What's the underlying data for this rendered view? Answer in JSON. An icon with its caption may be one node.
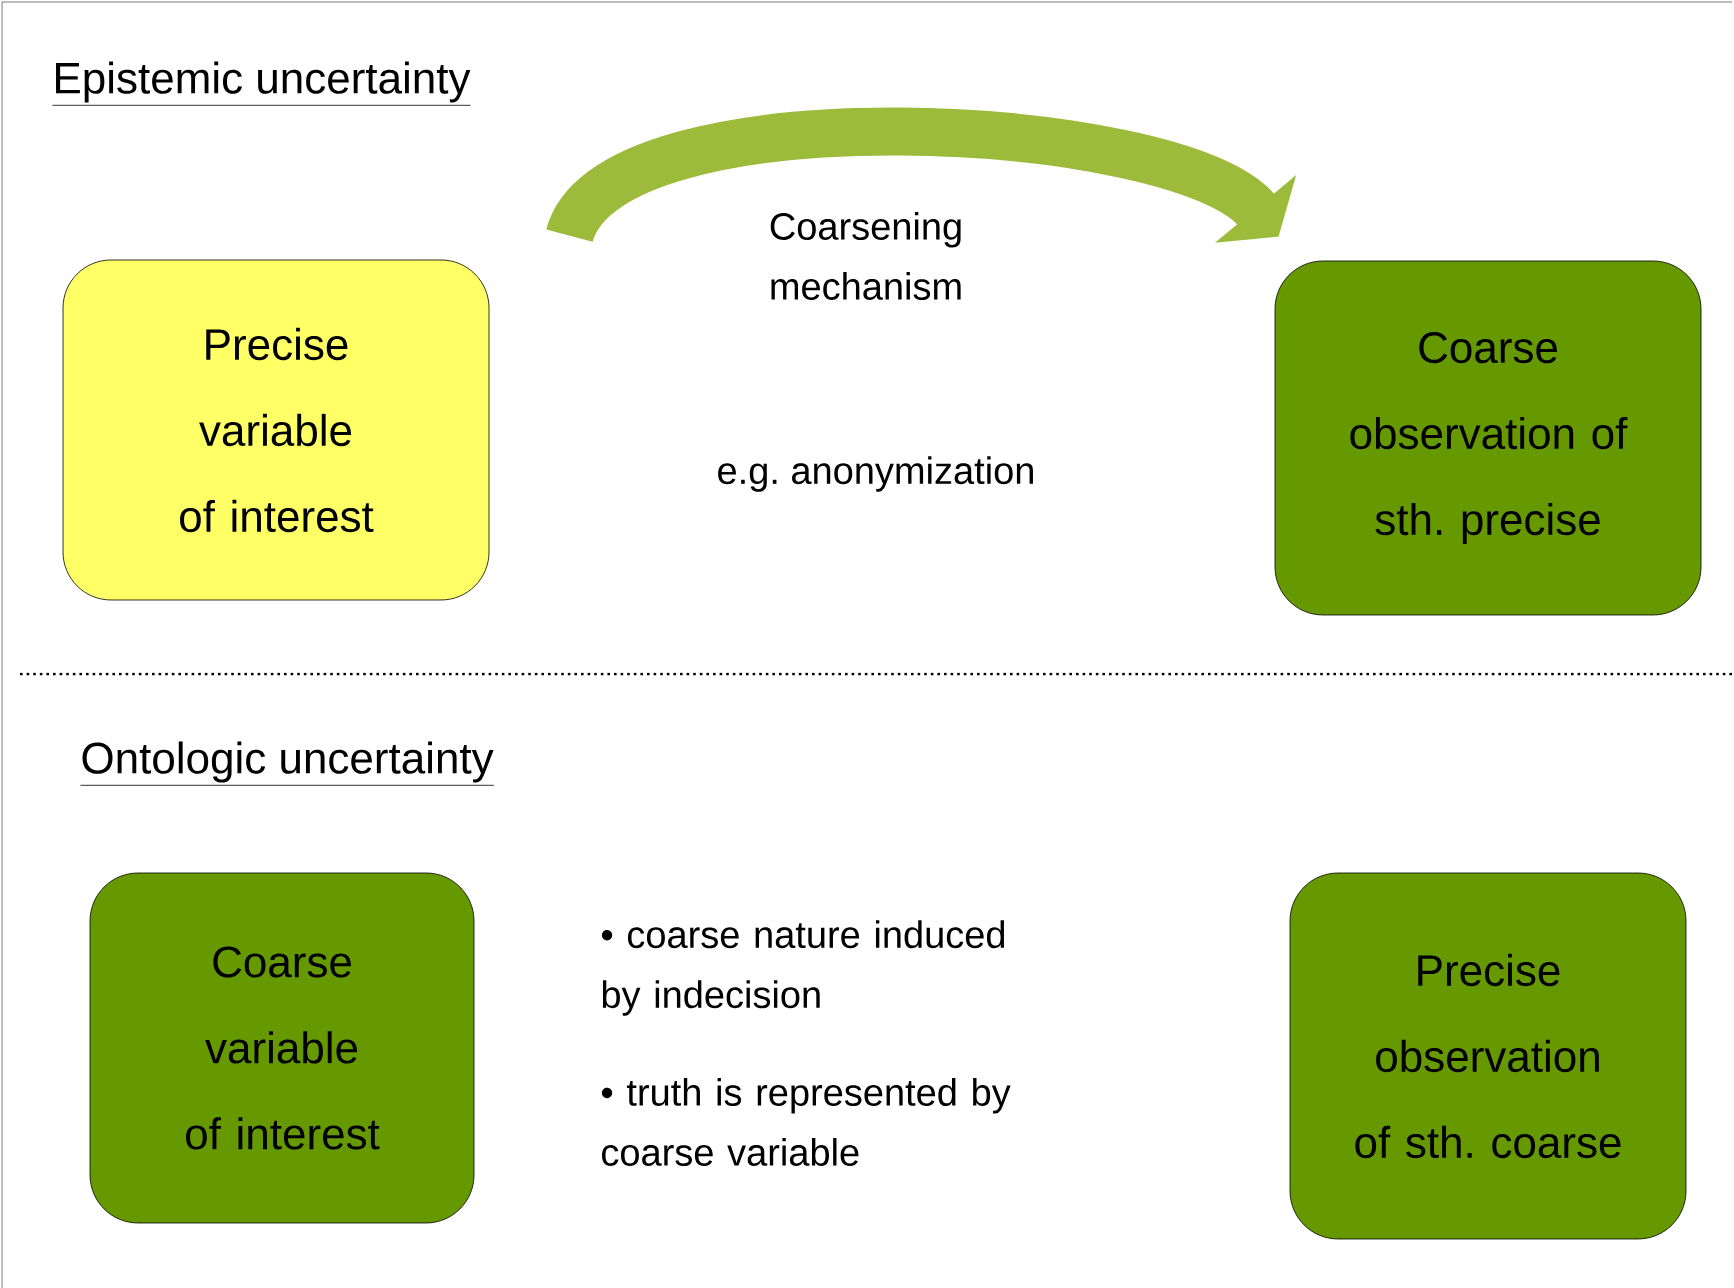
{
  "diagram": {
    "nodes": [
      {
        "text": [
          "Precise variable of interest"
        ]
      },
      {
        "text": [
          "Coarse observation of sth. precise"
        ]
      },
      {
        "text": [
          "Coarse variable of interest"
        ]
      },
      {
        "text": [
          "Precise observation of sth. coarse"
        ]
      }
    ],
    "edges": [
      {
        "from": 0,
        "to": 1,
        "arrow": "to",
        "label": "Coarsening mechanism"
      }
    ],
    "labels": [
      "Epistemic uncertainty",
      "e.g. anonymization",
      "Ontologic uncertainty",
      "• coarse nature induced by indecision",
      "• truth is represented by coarse variable"
    ]
  }
}
